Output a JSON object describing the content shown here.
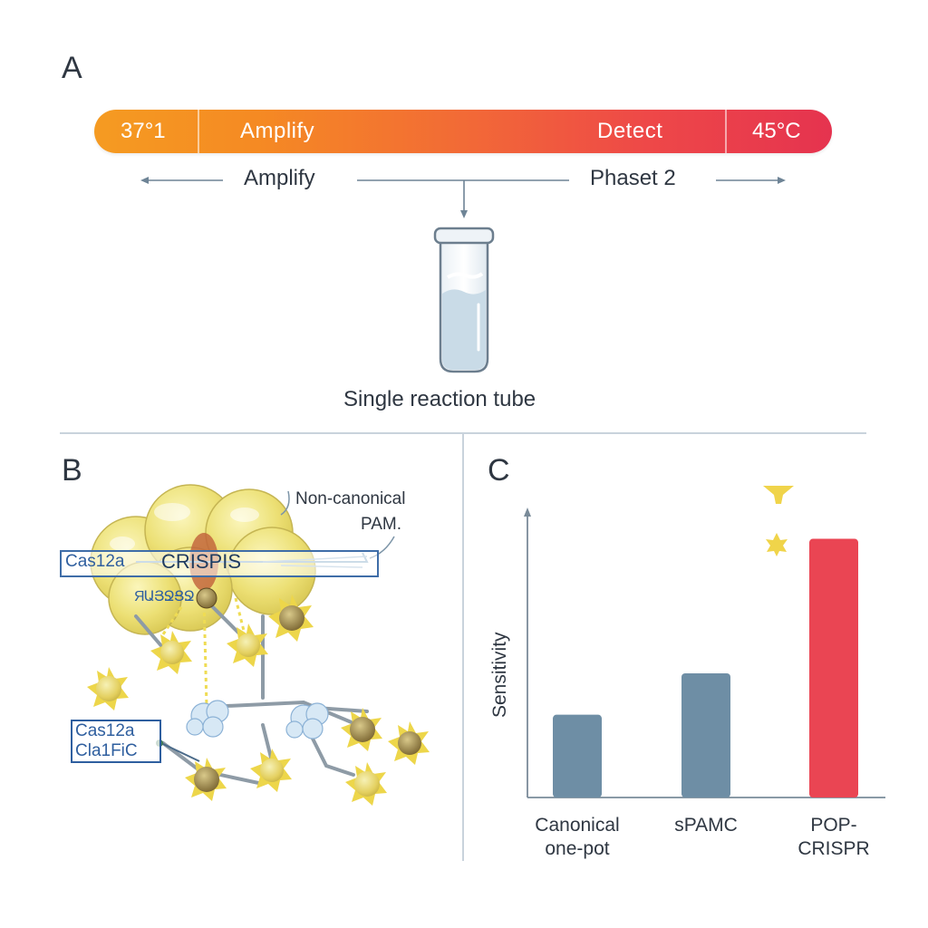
{
  "panel_a": {
    "letter": "A",
    "bar": {
      "left_temp": "37°1",
      "left_phase": "Amplify",
      "right_phase": "Detect",
      "right_temp": "45°C"
    },
    "phase_labels": {
      "left": "Amplify",
      "right": "Phaset 2"
    },
    "tube_caption": "Single reaction tube"
  },
  "panel_b": {
    "letter": "B",
    "annotation": [
      "Non-canonical",
      "PAM."
    ],
    "label_top_left": "Cas12a",
    "label_top_main": "CRISPIS",
    "label_scribble": "ЯԱՅՋՑՋ",
    "label_bottom": [
      "Cas12a",
      "Cla1FiC"
    ]
  },
  "panel_c": {
    "letter": "C",
    "chart_data": {
      "type": "bar",
      "categories": [
        "Canonical one-pot",
        "sPAMC",
        "POP-CRISPR"
      ],
      "category_lines": [
        [
          "Canonical",
          "one-pot"
        ],
        [
          "sPAMC"
        ],
        [
          "POP-",
          "CRISPR"
        ]
      ],
      "values": [
        0.32,
        0.48,
        1.0
      ],
      "colors": [
        "#6e8ea5",
        "#6e8ea5",
        "#ea4553"
      ],
      "ylabel": "Sensitivity",
      "ylim": [
        0,
        1.1
      ]
    }
  }
}
